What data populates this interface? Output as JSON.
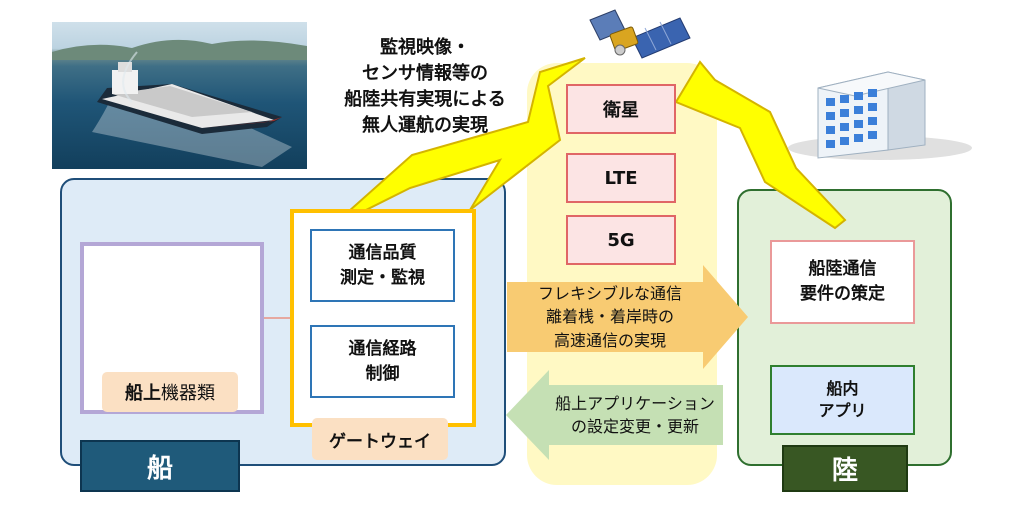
{
  "caption": "監視映像・\nセンサ情報等の\n船陸共有実現による\n無人運航の実現",
  "ship": {
    "zone_label": "船",
    "equipment_label_bold": "船上",
    "equipment_label_rest": "機器類",
    "gateway_label": "ゲートウェイ",
    "gateway_items": [
      "通信品質\n測定・監視",
      "通信経路\n制御"
    ]
  },
  "comm": {
    "items": [
      "衛星",
      "LTE",
      "5G"
    ]
  },
  "arrows": {
    "right_text": "フレキシブルな通信\n離着桟・着岸時の\n高速通信の実現",
    "left_text": "船上アプリケーション\nの設定変更・更新"
  },
  "land": {
    "zone_label": "陸",
    "requirement": "船陸通信\n要件の策定",
    "app": "船内\nアプリ"
  },
  "colors": {
    "ship_zone": "#deebf7",
    "land_zone": "#e2f0d9",
    "center_band": "#fff9c4",
    "lightning": "#ffff00",
    "arrow_orange": "#f8cb72",
    "arrow_green": "#c5e0b4"
  }
}
